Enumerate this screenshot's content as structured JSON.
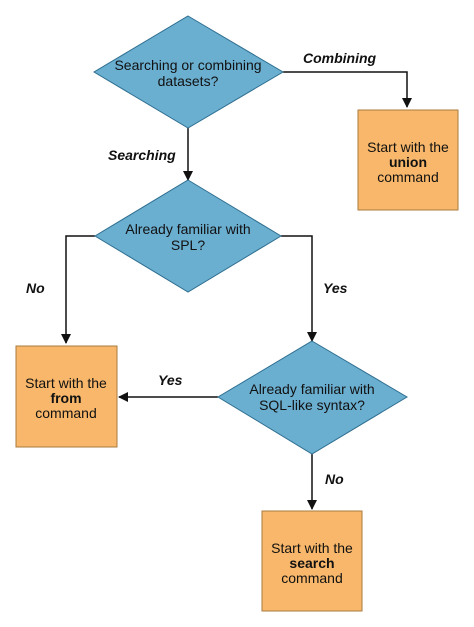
{
  "colors": {
    "decision_fill": "#6aaed0",
    "decision_stroke": "#2f6f91",
    "process_fill": "#f8b76a",
    "process_stroke": "#a87b3e",
    "edge": "#111111"
  },
  "decisions": {
    "d1": {
      "line1": "Searching or combining",
      "line2": "datasets?"
    },
    "d2": {
      "line1": "Already familiar with",
      "line2": "SPL?"
    },
    "d3": {
      "line1": "Already familiar with",
      "line2": "SQL-like syntax?"
    }
  },
  "processes": {
    "union": {
      "line1": "Start with the",
      "keyword": "union",
      "line3": "command"
    },
    "from": {
      "line1": "Start with the",
      "keyword": "from",
      "line3": "command"
    },
    "search": {
      "line1": "Start with the",
      "keyword": "search",
      "line3": "command"
    }
  },
  "edges": {
    "combining": "Combining",
    "searching": "Searching",
    "no_spl": "No",
    "yes_spl": "Yes",
    "yes_sql": "Yes",
    "no_sql": "No"
  }
}
